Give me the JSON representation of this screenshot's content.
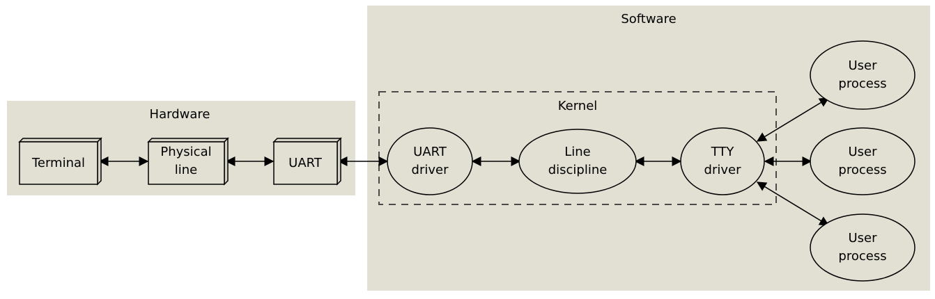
{
  "clusters": {
    "hardware": "Hardware",
    "software": "Software",
    "kernel": "Kernel"
  },
  "nodes": {
    "terminal": [
      "Terminal"
    ],
    "physical_line": [
      "Physical",
      "line"
    ],
    "uart": [
      "UART"
    ],
    "uart_driver": [
      "UART",
      "driver"
    ],
    "line_discipline": [
      "Line",
      "discipline"
    ],
    "tty_driver": [
      "TTY",
      "driver"
    ],
    "user_process_1": [
      "User",
      "process"
    ],
    "user_process_2": [
      "User",
      "process"
    ],
    "user_process_3": [
      "User",
      "process"
    ]
  },
  "edges": [
    {
      "from": "terminal",
      "to": "physical_line",
      "direction": "both"
    },
    {
      "from": "physical_line",
      "to": "uart",
      "direction": "both"
    },
    {
      "from": "uart",
      "to": "uart_driver",
      "direction": "both"
    },
    {
      "from": "uart_driver",
      "to": "line_discipline",
      "direction": "both"
    },
    {
      "from": "line_discipline",
      "to": "tty_driver",
      "direction": "both"
    },
    {
      "from": "tty_driver",
      "to": "user_process_1",
      "direction": "both"
    },
    {
      "from": "tty_driver",
      "to": "user_process_2",
      "direction": "both"
    },
    {
      "from": "tty_driver",
      "to": "user_process_3",
      "direction": "both"
    }
  ],
  "colors": {
    "cluster_fill": "#e1e0d3",
    "stroke": "#000000",
    "kernel_border": "#4a4a4a"
  }
}
